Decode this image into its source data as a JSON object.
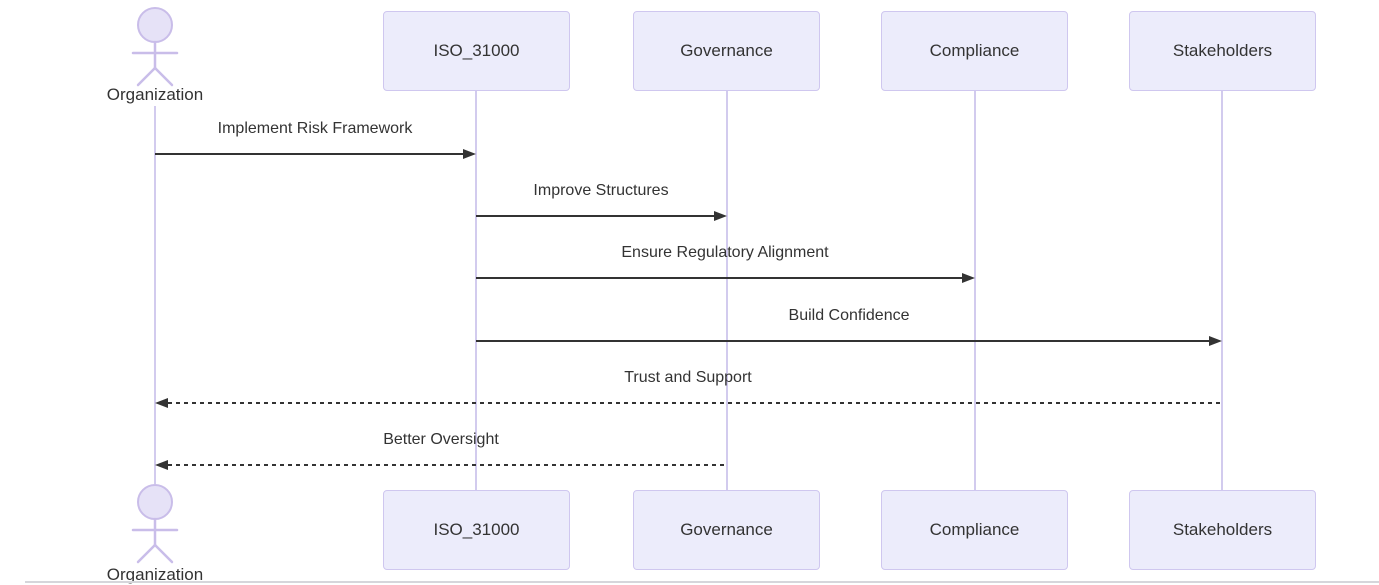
{
  "diagram": {
    "type": "sequence",
    "participants": [
      {
        "label": "Organization",
        "kind": "actor"
      },
      {
        "label": "ISO_31000",
        "kind": "participant"
      },
      {
        "label": "Governance",
        "kind": "participant"
      },
      {
        "label": "Compliance",
        "kind": "participant"
      },
      {
        "label": "Stakeholders",
        "kind": "participant"
      }
    ],
    "messages": [
      {
        "from": "Organization",
        "to": "ISO_31000",
        "label": "Implement Risk Framework",
        "line": "solid",
        "direction": "right"
      },
      {
        "from": "ISO_31000",
        "to": "Governance",
        "label": "Improve Structures",
        "line": "solid",
        "direction": "right"
      },
      {
        "from": "ISO_31000",
        "to": "Compliance",
        "label": "Ensure Regulatory Alignment",
        "line": "solid",
        "direction": "right"
      },
      {
        "from": "ISO_31000",
        "to": "Stakeholders",
        "label": "Build Confidence",
        "line": "solid",
        "direction": "right"
      },
      {
        "from": "Stakeholders",
        "to": "Organization",
        "label": "Trust and Support",
        "line": "dashed",
        "direction": "left"
      },
      {
        "from": "Governance",
        "to": "Organization",
        "label": "Better Oversight",
        "line": "dashed",
        "direction": "left"
      }
    ],
    "colors": {
      "participant_fill": "#ECECFB",
      "participant_border": "#CFC7EF",
      "lifeline": "#D2CBEE",
      "actor_stroke": "#C9BDE9",
      "actor_fill": "#E6E2F7",
      "message_line": "#333333",
      "text": "#333333"
    }
  }
}
